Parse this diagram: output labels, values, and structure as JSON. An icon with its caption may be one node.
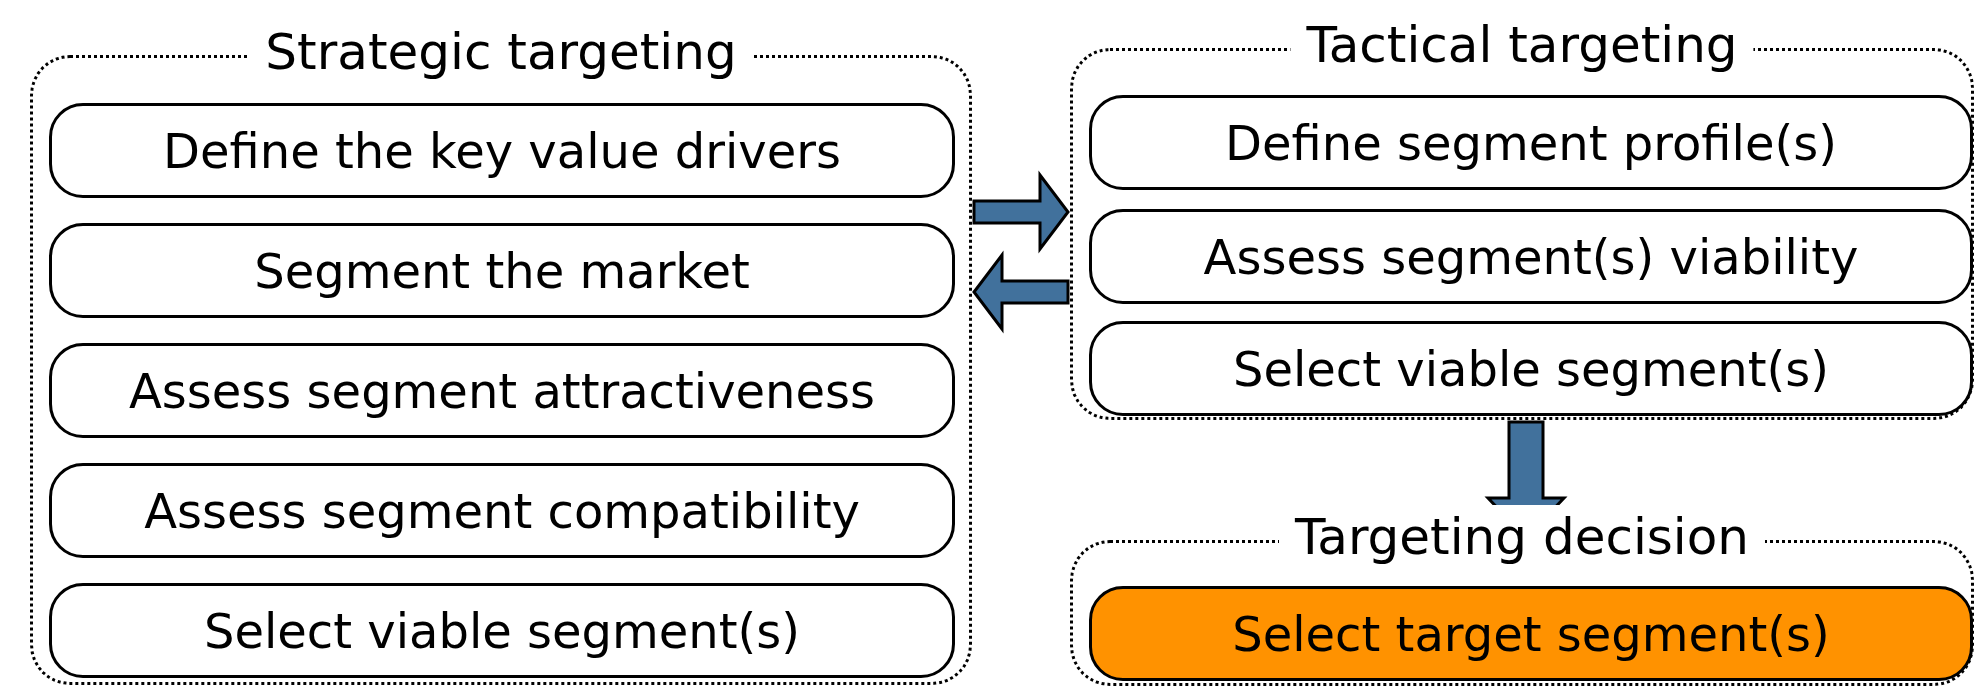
{
  "diagram": {
    "nodes": [
      {
        "text": [
          "Strategic targeting"
        ]
      },
      {
        "text": [
          "Define the key value drivers"
        ],
        "in": 0
      },
      {
        "text": [
          "Segment the market"
        ],
        "in": 0
      },
      {
        "text": [
          "Assess segment attractiveness"
        ],
        "in": 0
      },
      {
        "text": [
          "Assess segment compatibility"
        ],
        "in": 0
      },
      {
        "text": [
          "Select viable segment(s)"
        ],
        "in": 0
      },
      {
        "text": [
          "Tactical targeting"
        ]
      },
      {
        "text": [
          "Define segment profile(s)"
        ],
        "in": 6
      },
      {
        "text": [
          "Assess segment(s) viability"
        ],
        "in": 6
      },
      {
        "text": [
          "Select viable segment(s)"
        ],
        "in": 6
      },
      {
        "text": [
          "Targeting decision"
        ]
      },
      {
        "text": [
          "Select target segment(s)"
        ],
        "in": 10
      }
    ],
    "edges": [
      {
        "from": 0,
        "to": 6,
        "arrow": "to"
      },
      {
        "from": 6,
        "to": 0,
        "arrow": "to"
      },
      {
        "from": 6,
        "to": 10,
        "arrow": "to"
      }
    ]
  }
}
